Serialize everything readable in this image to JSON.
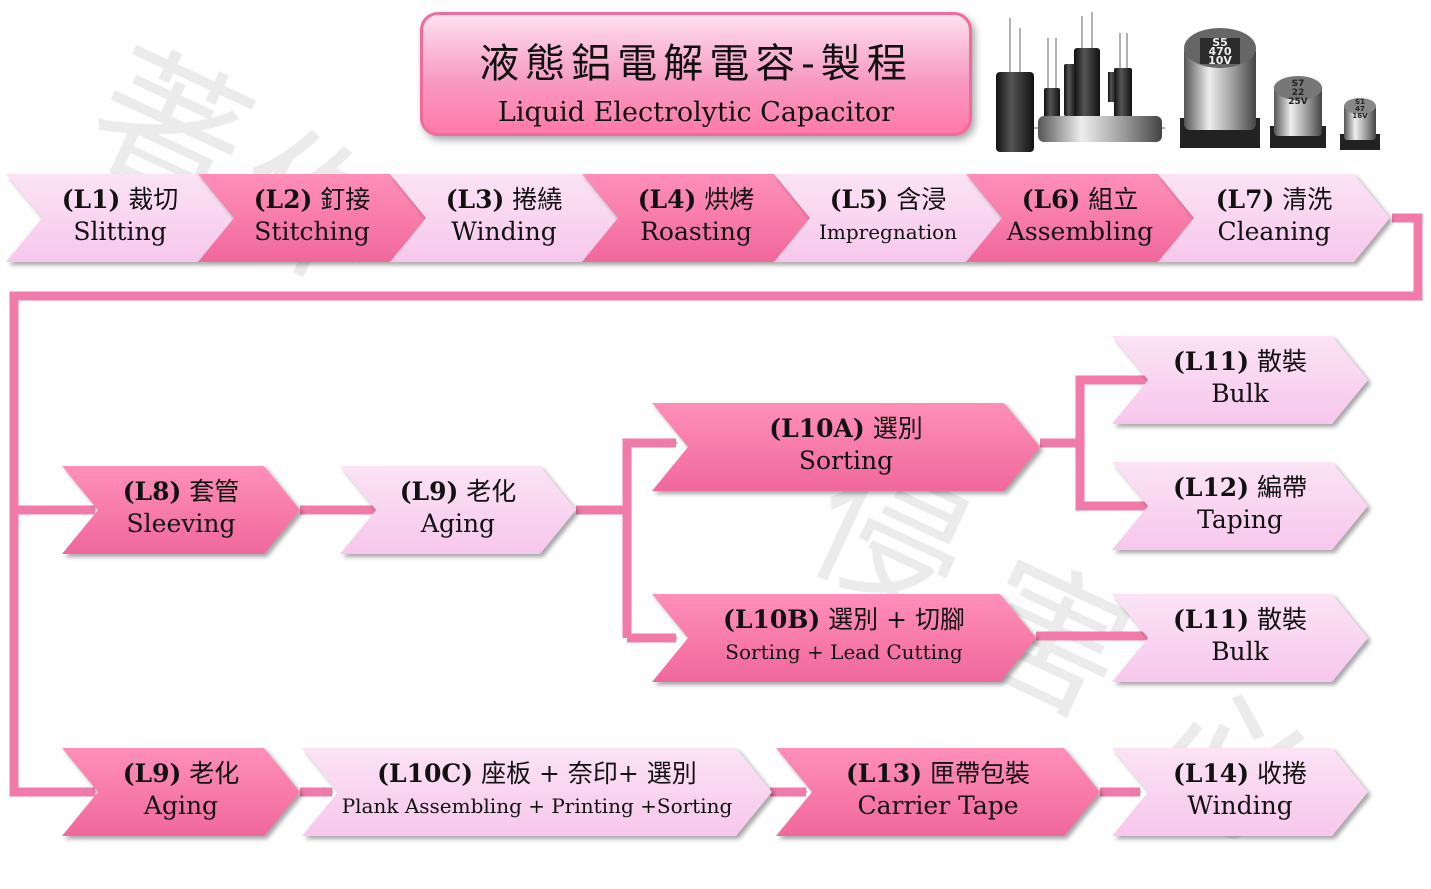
{
  "title": {
    "zh": "液態鋁電解電容-製程",
    "en": "Liquid  Electrolytic Capacitor"
  },
  "steps": [
    {
      "code": "(L1)",
      "zh": "裁切",
      "en": "Slitting"
    },
    {
      "code": "(L2)",
      "zh": "釘接",
      "en": "Stitching"
    },
    {
      "code": "(L3)",
      "zh": "捲繞",
      "en": "Winding"
    },
    {
      "code": "(L4)",
      "zh": "烘烤",
      "en": "Roasting"
    },
    {
      "code": "(L5)",
      "zh": "含浸",
      "en": "Impregnation"
    },
    {
      "code": "(L6)",
      "zh": "組立",
      "en": "Assembling"
    },
    {
      "code": "(L7)",
      "zh": "清洗",
      "en": "Cleaning"
    },
    {
      "code": "(L8)",
      "zh": "套管",
      "en": "Sleeving"
    },
    {
      "code": "(L9)",
      "zh": "老化",
      "en": "Aging"
    },
    {
      "code": "(L10A)",
      "zh": "選別",
      "en": "Sorting"
    },
    {
      "code": "(L11)",
      "zh": "散裝",
      "en": "Bulk"
    },
    {
      "code": "(L12)",
      "zh": "編帶",
      "en": "Taping"
    },
    {
      "code": "(L10B)",
      "zh": "選別 + 切腳",
      "en": "Sorting + Lead Cutting"
    },
    {
      "code": "(L11)",
      "zh": "散裝",
      "en": "Bulk"
    },
    {
      "code": "(L9)",
      "zh": "老化",
      "en": "Aging"
    },
    {
      "code": "(L10C)",
      "zh": "座板 + 奈印+ 選別",
      "en": "Plank Assembling + Printing  +Sorting"
    },
    {
      "code": "(L13)",
      "zh": "匣帶包裝",
      "en": "Carrier  Tape"
    },
    {
      "code": "(L14)",
      "zh": "收捲",
      "en": "Winding"
    }
  ],
  "capacitor_labels": {
    "big": [
      "S5",
      "470",
      "10V"
    ],
    "mid": [
      "S7",
      "22",
      "25V"
    ],
    "small": [
      "S1",
      "47",
      "16V"
    ]
  },
  "colors": {
    "light_box": "#f7c7ec",
    "dark_box": "#f0689c",
    "connector": "#f07aa8",
    "title_border": "#f06a9c"
  }
}
